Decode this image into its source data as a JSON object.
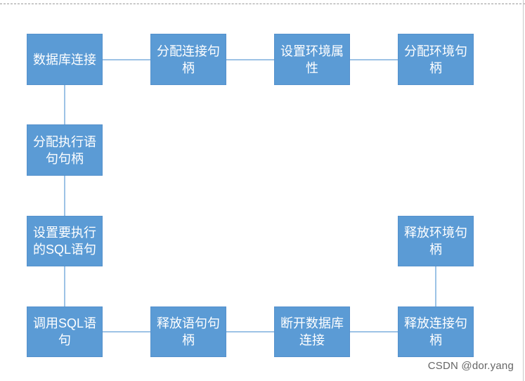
{
  "colors": {
    "box": "#5B9BD5",
    "connector": "#9DC3E6",
    "text": "#FFFFFF"
  },
  "diagram": {
    "nodes": [
      {
        "id": "db-connect",
        "lines": [
          "数据库连接"
        ]
      },
      {
        "id": "alloc-conn",
        "lines": [
          "分配连接句",
          "柄"
        ]
      },
      {
        "id": "set-env",
        "lines": [
          "设置环境属",
          "性"
        ]
      },
      {
        "id": "alloc-env",
        "lines": [
          "分配环境句",
          "柄"
        ]
      },
      {
        "id": "alloc-stmt",
        "lines": [
          "分配执行语",
          "句句柄"
        ]
      },
      {
        "id": "set-sql",
        "lines": [
          "设置要执行",
          "的SQL语句"
        ]
      },
      {
        "id": "exec-sql",
        "lines": [
          "调用SQL语",
          "句"
        ]
      },
      {
        "id": "free-stmt",
        "lines": [
          "释放语句句",
          "柄"
        ]
      },
      {
        "id": "disconnect",
        "lines": [
          "断开数据库",
          "连接"
        ]
      },
      {
        "id": "free-conn",
        "lines": [
          "释放连接句",
          "柄"
        ]
      },
      {
        "id": "free-env",
        "lines": [
          "释放环境句",
          "柄"
        ]
      }
    ],
    "edges": [
      [
        "db-connect",
        "alloc-conn"
      ],
      [
        "alloc-conn",
        "set-env"
      ],
      [
        "set-env",
        "alloc-env"
      ],
      [
        "db-connect",
        "alloc-stmt"
      ],
      [
        "alloc-stmt",
        "set-sql"
      ],
      [
        "set-sql",
        "exec-sql"
      ],
      [
        "exec-sql",
        "free-stmt"
      ],
      [
        "free-stmt",
        "disconnect"
      ],
      [
        "disconnect",
        "free-conn"
      ],
      [
        "free-conn",
        "free-env"
      ]
    ]
  },
  "watermark": "CSDN @dor.yang"
}
